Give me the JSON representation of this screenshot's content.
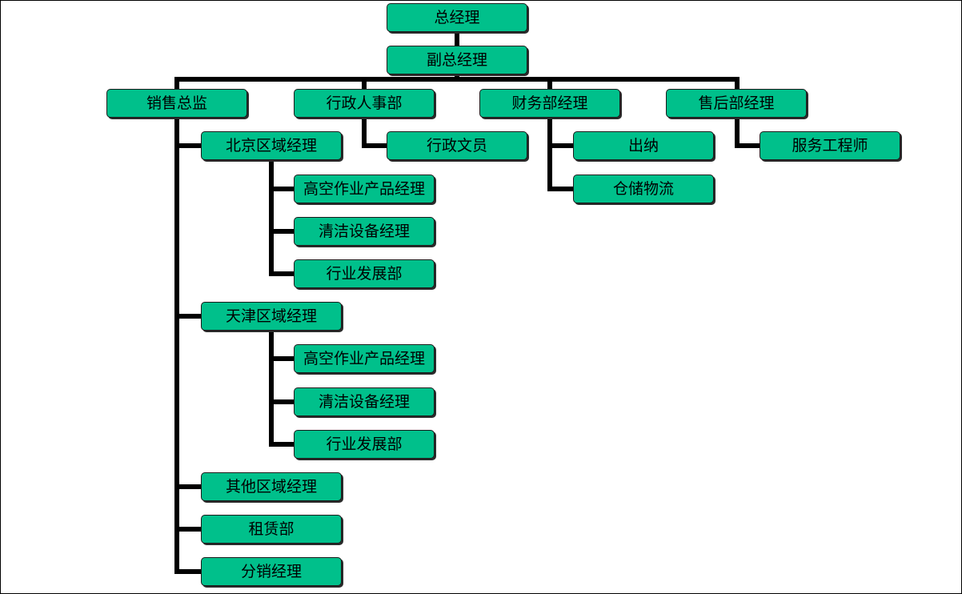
{
  "chart": {
    "node_color": "#00c08b",
    "line_color": "#000000",
    "nodes": {
      "gm": "总经理",
      "vgm": "副总经理",
      "sales_director": "销售总监",
      "admin_hr": "行政人事部",
      "finance_manager": "财务部经理",
      "aftersales_manager": "售后部经理",
      "beijing_manager": "北京区域经理",
      "bj_aerial": "高空作业产品经理",
      "bj_cleaning": "清洁设备经理",
      "bj_industry": "行业发展部",
      "tianjin_manager": "天津区域经理",
      "tj_aerial": "高空作业产品经理",
      "tj_cleaning": "清洁设备经理",
      "tj_industry": "行业发展部",
      "other_manager": "其他区域经理",
      "leasing": "租赁部",
      "distribution_manager": "分销经理",
      "admin_clerk": "行政文员",
      "cashier": "出纳",
      "logistics": "仓储物流",
      "service_engineer": "服务工程师"
    }
  }
}
